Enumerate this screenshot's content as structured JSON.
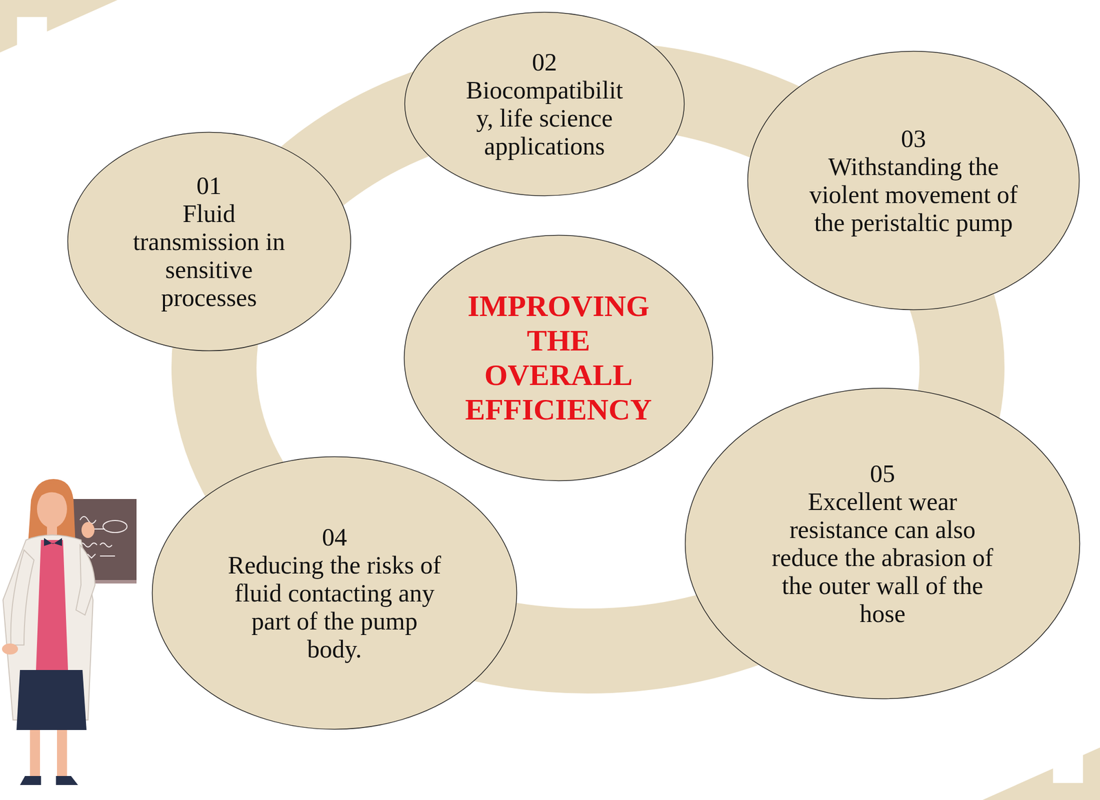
{
  "diagram": {
    "nodes": [
      {
        "text": [
          "01",
          "Fluid transmission in sensitive processes"
        ]
      },
      {
        "text": [
          "02",
          "Biocompatibilit y, life science applications"
        ]
      },
      {
        "text": [
          "03",
          "Withstanding the violent movement of the peristaltic pump"
        ]
      },
      {
        "text": [
          "IMPROVING THE OVERALL EFFICIENCY"
        ]
      },
      {
        "text": [
          "04",
          "Reducing the risks of fluid contacting any part of the pump body."
        ]
      },
      {
        "text": [
          "05",
          "Excellent wear resistance can also reduce the abrasion of the outer wall of the hose"
        ]
      }
    ]
  }
}
